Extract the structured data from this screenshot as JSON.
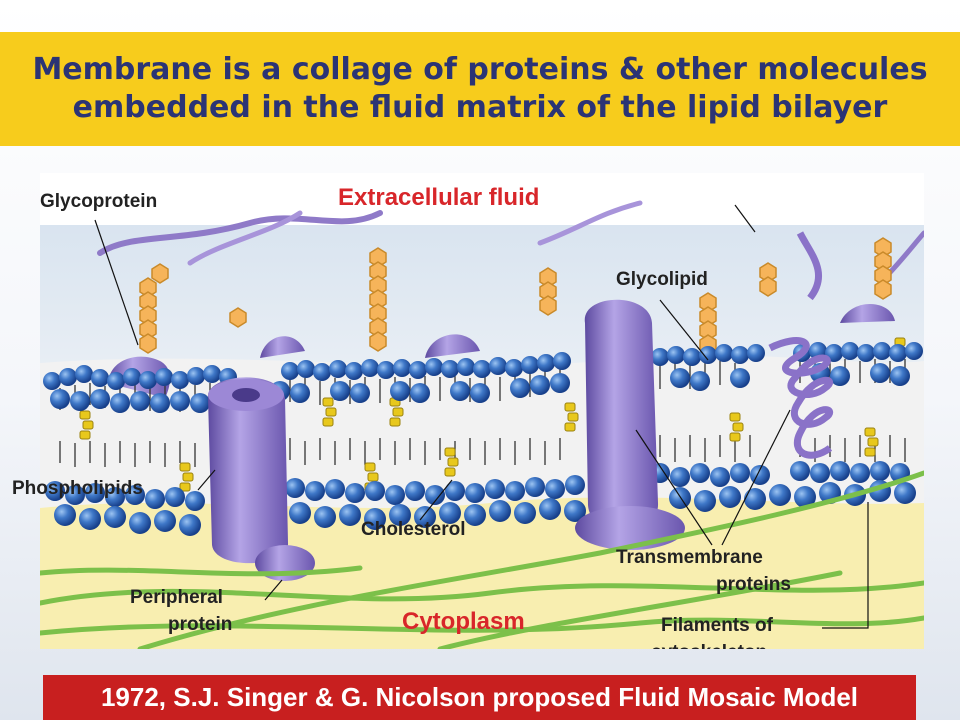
{
  "title": {
    "line1": "Membrane is a collage of proteins & other molecules",
    "line2": "embedded in the fluid matrix of the lipid bilayer"
  },
  "diagram": {
    "regions": {
      "extracellular": "Extracellular fluid",
      "cytoplasm": "Cytoplasm"
    },
    "labels": {
      "glycoprotein": "Glycoprotein",
      "glycolipid": "Glycolipid",
      "phospholipids": "Phospholipids",
      "cholesterol": "Cholesterol",
      "transmembrane_line1": "Transmembrane",
      "transmembrane_line2": "proteins",
      "peripheral_line1": "Peripheral",
      "peripheral_line2": "protein",
      "filaments_line1": "Filaments of",
      "filaments_line2": "cytoskeleton"
    },
    "colors": {
      "title_band": "#f7cc1c",
      "title_text": "#2b3475",
      "region_label": "#d8262a",
      "phospholipid_head": "#2f64b4",
      "protein": "#8a72c8",
      "carbohydrate": "#f6b45a",
      "cholesterol": "#e8c81c",
      "filament": "#7cc04a",
      "cytoplasm": "#f8eeb0"
    }
  },
  "footer": {
    "text": "1972, S.J. Singer & G. Nicolson proposed Fluid Mosaic Model"
  }
}
